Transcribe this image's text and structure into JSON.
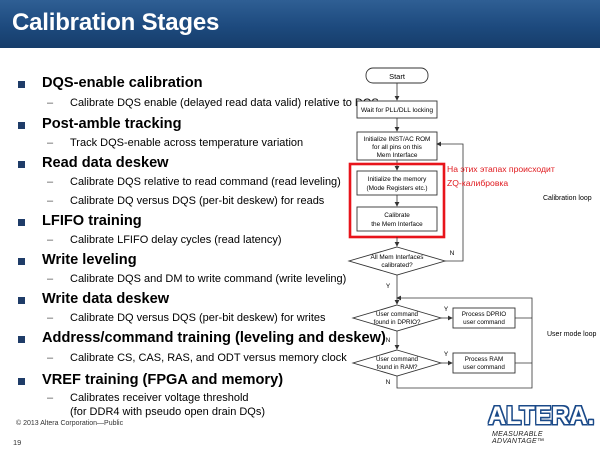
{
  "slide": {
    "title": "Calibration Stages",
    "footer": "© 2013 Altera Corporation—Public",
    "page_number": "19"
  },
  "bullets": [
    {
      "text": "DQS-enable calibration",
      "subs": [
        "Calibrate DQS enable (delayed read data valid) relative to DQS"
      ]
    },
    {
      "text": "Post-amble tracking",
      "subs": [
        "Track DQS-enable across temperature variation"
      ]
    },
    {
      "text": "Read data deskew",
      "subs": [
        "Calibrate DQS relative to read command (read leveling)",
        "Calibrate DQ versus DQS (per-bit deskew) for reads"
      ]
    },
    {
      "text": "LFIFO training",
      "subs": [
        "Calibrate LFIFO delay cycles (read latency)"
      ]
    },
    {
      "text": "Write leveling",
      "subs": [
        "Calibrate DQS and DM to write command (write leveling)"
      ]
    },
    {
      "text": "Write data deskew",
      "subs": [
        "Calibrate DQ versus DQS (per-bit deskew) for writes"
      ]
    },
    {
      "text": "Address/command training (leveling and deskew)",
      "subs": [
        "Calibrate CS, CAS, RAS, and ODT versus memory clock"
      ]
    },
    {
      "text": "VREF training (FPGA and memory)",
      "subs": [
        "Calibrates receiver voltage threshold",
        "(for DDR4 with pseudo open drain DQs)"
      ]
    }
  ],
  "flowchart": {
    "start": "Start",
    "wait": "Wait for PLL/DLL locking",
    "init_rom": [
      "Initialize INST/AC ROM",
      "for all pins on this",
      "Mem Interface"
    ],
    "init_mem": [
      "Initialize the memory",
      "(Mode Registers etc.)"
    ],
    "calibrate": [
      "Calibrate",
      "the Mem Interface"
    ],
    "all_calibrated": [
      "All Mem Interfaces",
      "calibrated?"
    ],
    "dprio_question": [
      "User command",
      "found in DPRIO?"
    ],
    "dprio_process": [
      "Process DPRIO",
      "user command"
    ],
    "ram_question": [
      "User command",
      "found in RAM?"
    ],
    "ram_process": [
      "Process RAM",
      "user command"
    ],
    "yes": "Y",
    "no": "N",
    "calibration_loop": "Calibration loop",
    "user_mode_loop": "User mode loop",
    "note_line1": "На этих этапах происходит",
    "note_line2": "ZQ-калибровка",
    "highlight_color": "#e8141b"
  },
  "logo": {
    "word": "ALTERA.",
    "tagline": "MEASURABLE ADVANTAGE™"
  }
}
